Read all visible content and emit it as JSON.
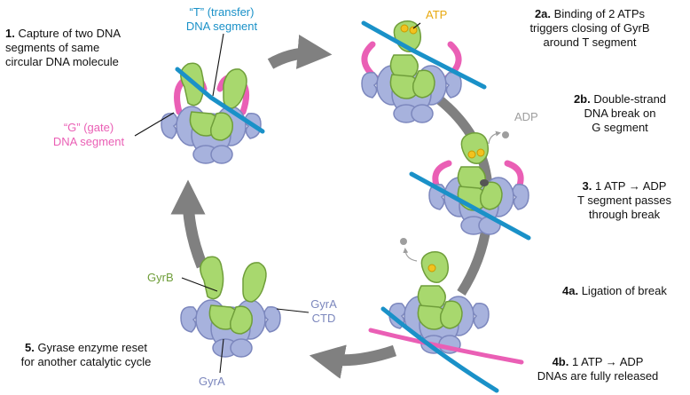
{
  "colors": {
    "gyrb": "#a8d86e",
    "gyrb_stroke": "#6f9e3a",
    "gyra": "#a7b2dd",
    "gyra_stroke": "#7c87bd",
    "t_segment": "#1a91c8",
    "g_segment": "#ea5fb5",
    "atp": "#f2c21e",
    "adp": "#9e9e9e",
    "arrow": "#808080"
  },
  "step1": {
    "num": "1.",
    "text1": "Capture of two DNA",
    "text2": "segments of same",
    "text3": "circular DNA molecule"
  },
  "t_label": {
    "line1": "“T” (transfer)",
    "line2": "DNA segment"
  },
  "g_label": {
    "line1": "“G” (gate)",
    "line2": "DNA segment"
  },
  "atp_label": "ATP",
  "adp_label": "ADP",
  "step2a": {
    "num": "2a.",
    "text1": "Binding of 2 ATPs",
    "text2": "triggers closing of GyrB",
    "text3": "around T segment"
  },
  "step2b": {
    "num": "2b.",
    "text1": "Double-strand",
    "text2": "DNA break on",
    "text3": "G segment"
  },
  "step3": {
    "num": "3.",
    "text1": "1 ATP → ADP",
    "text2": "T segment passes",
    "text3": "through break"
  },
  "step4a": {
    "num": "4a.",
    "text1": "Ligation of break"
  },
  "step4b": {
    "num": "4b.",
    "text1": "1 ATP → ADP",
    "text2": "DNAs are fully released"
  },
  "step5": {
    "num": "5.",
    "text1": "Gyrase enzyme reset",
    "text2": "for another catalytic cycle"
  },
  "gyrb_label": "GyrB",
  "gyra_ctd_label": {
    "line1": "GyrA",
    "line2": "CTD"
  },
  "gyra_label": "GyrA"
}
